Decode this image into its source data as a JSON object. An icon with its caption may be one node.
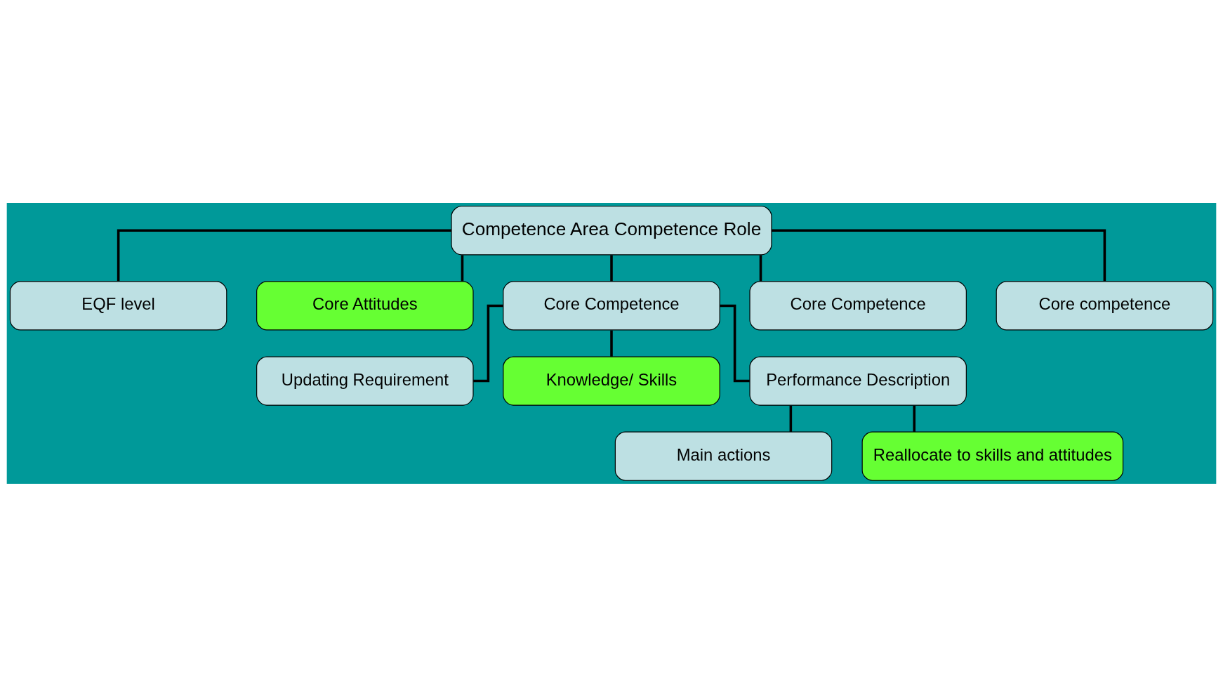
{
  "diagram": {
    "nodes": [
      {
        "text": [
          "Competence Area Competence Role"
        ]
      },
      {
        "text": [
          "EQF level"
        ]
      },
      {
        "text": [
          "Core Attitudes"
        ]
      },
      {
        "text": [
          "Core Competence"
        ]
      },
      {
        "text": [
          "Core Competence"
        ]
      },
      {
        "text": [
          "Core competence"
        ]
      },
      {
        "text": [
          "Updating Requirement"
        ]
      },
      {
        "text": [
          "Knowledge/ Skills"
        ]
      },
      {
        "text": [
          "Performance Description"
        ]
      },
      {
        "text": [
          "Main actions"
        ]
      },
      {
        "text": [
          "Reallocate to skills and attitudes"
        ]
      }
    ],
    "edges": [
      {
        "from": 0,
        "to": 1,
        "arrow": "none"
      },
      {
        "from": 0,
        "to": 2,
        "arrow": "none"
      },
      {
        "from": 0,
        "to": 3,
        "arrow": "none"
      },
      {
        "from": 0,
        "to": 4,
        "arrow": "none"
      },
      {
        "from": 0,
        "to": 5,
        "arrow": "none"
      },
      {
        "from": 3,
        "to": 6,
        "arrow": "none"
      },
      {
        "from": 3,
        "to": 7,
        "arrow": "none"
      },
      {
        "from": 3,
        "to": 8,
        "arrow": "none"
      },
      {
        "from": 8,
        "to": 9,
        "arrow": "none"
      },
      {
        "from": 8,
        "to": 10,
        "arrow": "none"
      }
    ]
  }
}
